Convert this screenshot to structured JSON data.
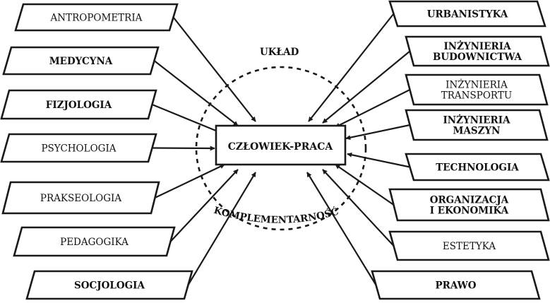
{
  "diagram": {
    "center_label": "CZŁOWIEK-PRACA",
    "top_label": "UKŁAD",
    "bottom_label": "KOMPLEMENTARNOŚĆ",
    "left_boxes": [
      {
        "lines": [
          "ANTROPOMETRIA"
        ],
        "bold": false
      },
      {
        "lines": [
          "MEDYCYNA"
        ],
        "bold": true
      },
      {
        "lines": [
          "FIZJOLOGIA"
        ],
        "bold": true
      },
      {
        "lines": [
          "PSYCHOLOGIA"
        ],
        "bold": false
      },
      {
        "lines": [
          "PRAKSEOLOGIA"
        ],
        "bold": false
      },
      {
        "lines": [
          "PEDAGOGIKA"
        ],
        "bold": false
      },
      {
        "lines": [
          "SOCJOLOGIA"
        ],
        "bold": true
      }
    ],
    "right_boxes": [
      {
        "lines": [
          "URBANISTYKA"
        ],
        "bold": true
      },
      {
        "lines": [
          "INŻYNIERIA",
          "BUDOWNICTWA"
        ],
        "bold": true
      },
      {
        "lines": [
          "INŻYNIERIA",
          "TRANSPORTU"
        ],
        "bold": false
      },
      {
        "lines": [
          "INŻYNIERIA",
          "MASZYN"
        ],
        "bold": true
      },
      {
        "lines": [
          "TECHNOLOGIA"
        ],
        "bold": true
      },
      {
        "lines": [
          "ORGANIZACJA",
          "I EKONOMIKA"
        ],
        "bold": true
      },
      {
        "lines": [
          "ESTETYKA"
        ],
        "bold": false
      },
      {
        "lines": [
          "PRAWO"
        ],
        "bold": true
      }
    ]
  }
}
